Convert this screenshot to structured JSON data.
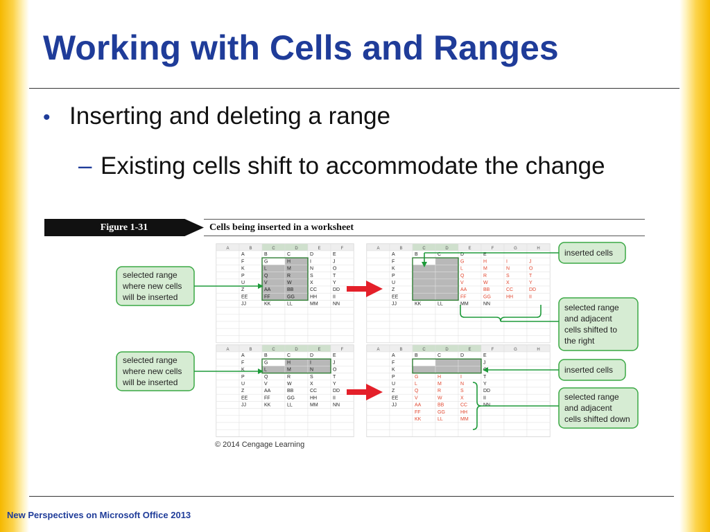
{
  "slide": {
    "title": "Working with Cells and Ranges",
    "bullet": "Inserting and deleting a range",
    "sub_bullet": "Existing cells shift to accommodate the change",
    "footer": "New Perspectives on Microsoft Office 2013"
  },
  "figure": {
    "label": "Figure 1-31",
    "caption": "Cells being inserted in a worksheet",
    "copyright": "© 2014 Cengage Learning",
    "col_headers_short": [
      "A",
      "B",
      "C",
      "D",
      "E",
      "F"
    ],
    "col_headers_long": [
      "A",
      "B",
      "C",
      "D",
      "E",
      "F",
      "G",
      "H"
    ],
    "original_rows": [
      [
        "A",
        "B",
        "C",
        "D",
        "E"
      ],
      [
        "F",
        "G",
        "H",
        "I",
        "J"
      ],
      [
        "K",
        "L",
        "M",
        "N",
        "O"
      ],
      [
        "P",
        "Q",
        "R",
        "S",
        "T"
      ],
      [
        "U",
        "V",
        "W",
        "X",
        "Y"
      ],
      [
        "Z",
        "AA",
        "BB",
        "CC",
        "DD"
      ],
      [
        "EE",
        "FF",
        "GG",
        "HH",
        "II"
      ],
      [
        "JJ",
        "KK",
        "LL",
        "MM",
        "NN"
      ]
    ],
    "shifted_right_rows": [
      [
        "A",
        "B",
        "C",
        "D",
        "E",
        "",
        "",
        ""
      ],
      [
        "F",
        "",
        "",
        "G",
        "H",
        "I",
        "J",
        ""
      ],
      [
        "K",
        "",
        "",
        "L",
        "M",
        "N",
        "O",
        ""
      ],
      [
        "P",
        "",
        "",
        "Q",
        "R",
        "S",
        "T",
        ""
      ],
      [
        "U",
        "",
        "",
        "V",
        "W",
        "X",
        "Y",
        ""
      ],
      [
        "Z",
        "",
        "",
        "AA",
        "BB",
        "CC",
        "DD",
        ""
      ],
      [
        "EE",
        "",
        "",
        "FF",
        "GG",
        "HH",
        "II",
        ""
      ],
      [
        "JJ",
        "KK",
        "LL",
        "MM",
        "NN",
        "",
        "",
        ""
      ]
    ],
    "shifted_down_rows": [
      [
        "A",
        "B",
        "C",
        "D",
        "E"
      ],
      [
        "F",
        "",
        "",
        "",
        "J"
      ],
      [
        "K",
        "",
        "",
        "",
        "O"
      ],
      [
        "P",
        "G",
        "H",
        "I",
        "T"
      ],
      [
        "U",
        "L",
        "M",
        "N",
        "Y"
      ],
      [
        "Z",
        "Q",
        "R",
        "S",
        "DD"
      ],
      [
        "EE",
        "V",
        "W",
        "X",
        "II"
      ],
      [
        "JJ",
        "AA",
        "BB",
        "CC",
        "NN"
      ],
      [
        "",
        "FF",
        "GG",
        "HH",
        ""
      ],
      [
        "",
        "KK",
        "LL",
        "MM",
        ""
      ]
    ],
    "callouts": {
      "selected_range_top": "selected range where new cells will be inserted",
      "inserted_cells_top": "inserted cells",
      "shifted_right": "selected range and adjacent cells shifted to the right",
      "selected_range_bottom": "selected range where new cells will be inserted",
      "inserted_cells_bottom": "inserted cells",
      "shifted_down": "selected range and adjacent cells shifted down"
    },
    "colors": {
      "title_blue": "#1f3c99",
      "callout_fill": "#d6ecd3",
      "callout_border": "#3aa844",
      "shifted_text": "#e0462e",
      "arrow_red": "#e4202a",
      "selection_gray": "#b8b8b8"
    }
  }
}
